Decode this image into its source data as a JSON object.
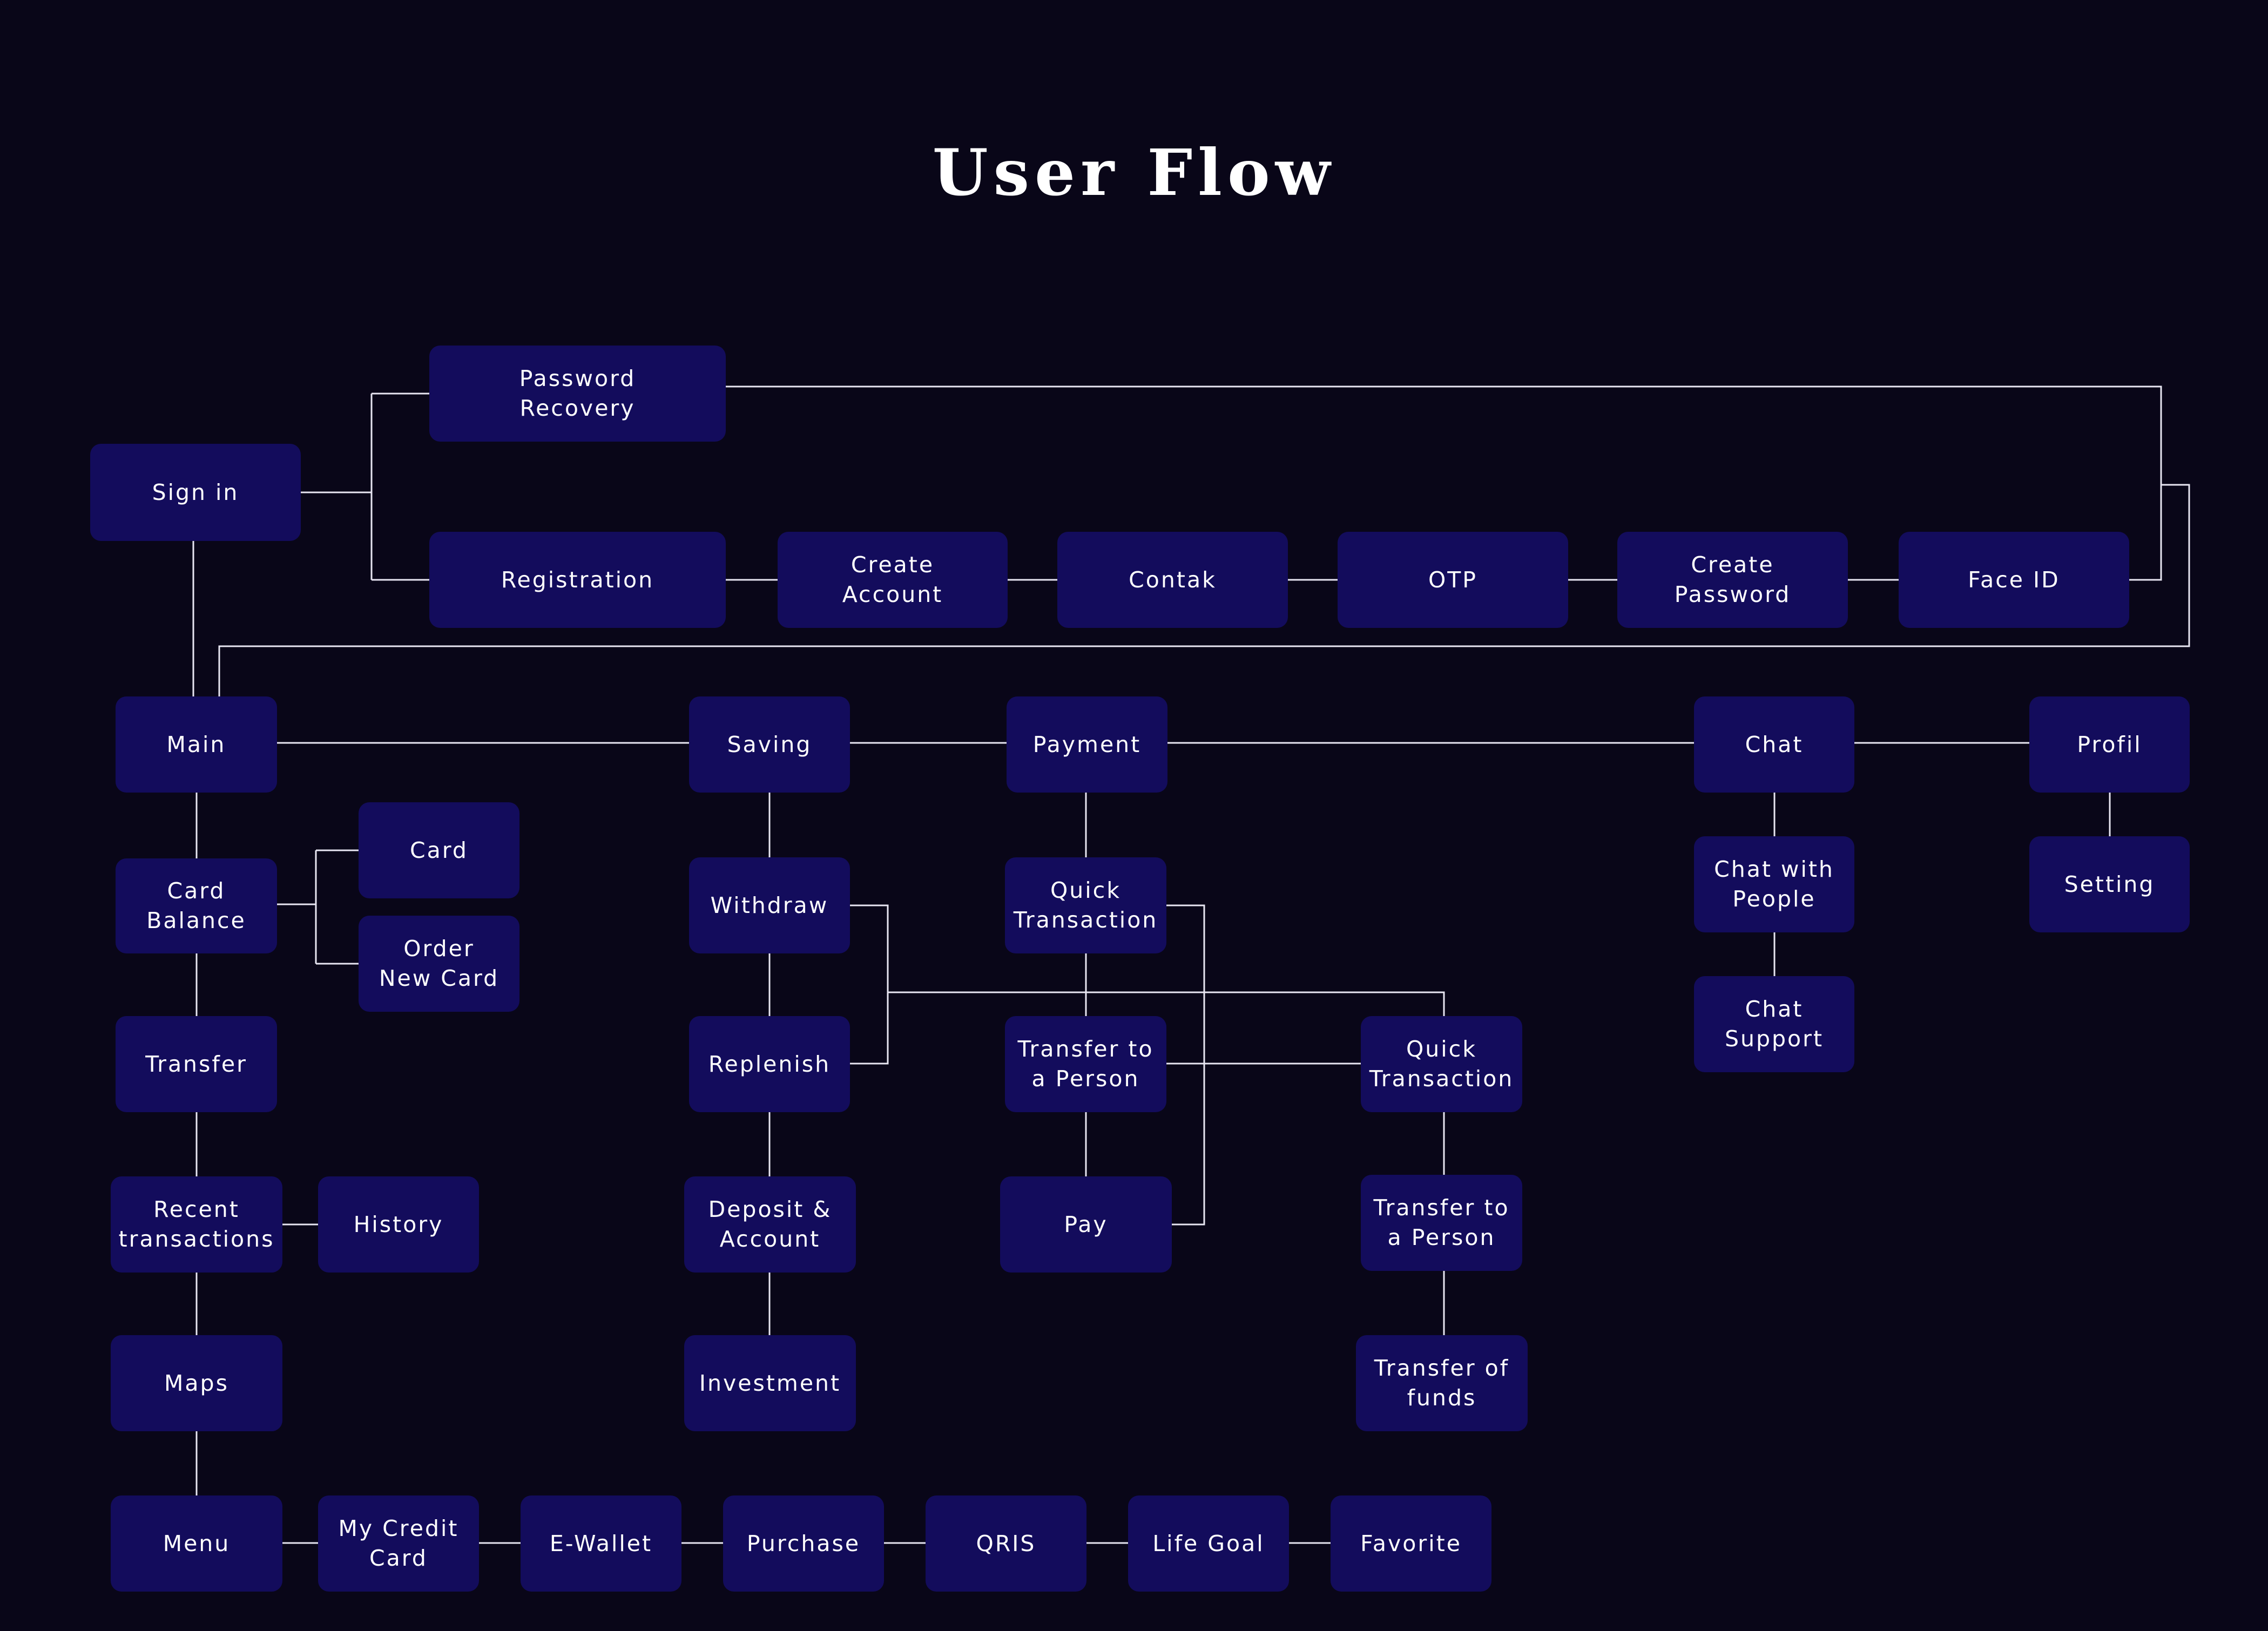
{
  "title": "User Flow",
  "colors": {
    "background": "#090618",
    "node": "#130c5c",
    "text": "#ffffff",
    "connector": "#e8e6f2"
  },
  "nodes": {
    "sign_in": "Sign in",
    "password_recovery": "Password\nRecovery",
    "registration": "Registration",
    "create_account": "Create\nAccount",
    "contak": "Contak",
    "otp": "OTP",
    "create_password": "Create\nPassword",
    "face_id": "Face ID",
    "main": "Main",
    "saving": "Saving",
    "payment": "Payment",
    "chat": "Chat",
    "profil": "Profil",
    "card_balance": "Card\nBalance",
    "card": "Card",
    "order_new_card": "Order\nNew Card",
    "transfer": "Transfer",
    "recent_transactions": "Recent\ntransactions",
    "history": "History",
    "maps": "Maps",
    "menu": "Menu",
    "my_credit_card": "My Credit\nCard",
    "e_wallet": "E-Wallet",
    "purchase": "Purchase",
    "qris": "QRIS",
    "life_goal": "Life Goal",
    "favorite": "Favorite",
    "withdraw": "Withdraw",
    "replenish": "Replenish",
    "deposit_account": "Deposit &\nAccount",
    "investment": "Investment",
    "quick_transaction_payment": "Quick\nTransaction",
    "transfer_person_payment": "Transfer to\na Person",
    "pay": "Pay",
    "quick_transaction_right": "Quick\nTransaction",
    "transfer_person_right": "Transfer to\na Person",
    "transfer_of_funds": "Transfer of\nfunds",
    "chat_with_people": "Chat with\nPeople",
    "chat_support": "Chat\nSupport",
    "setting": "Setting"
  }
}
